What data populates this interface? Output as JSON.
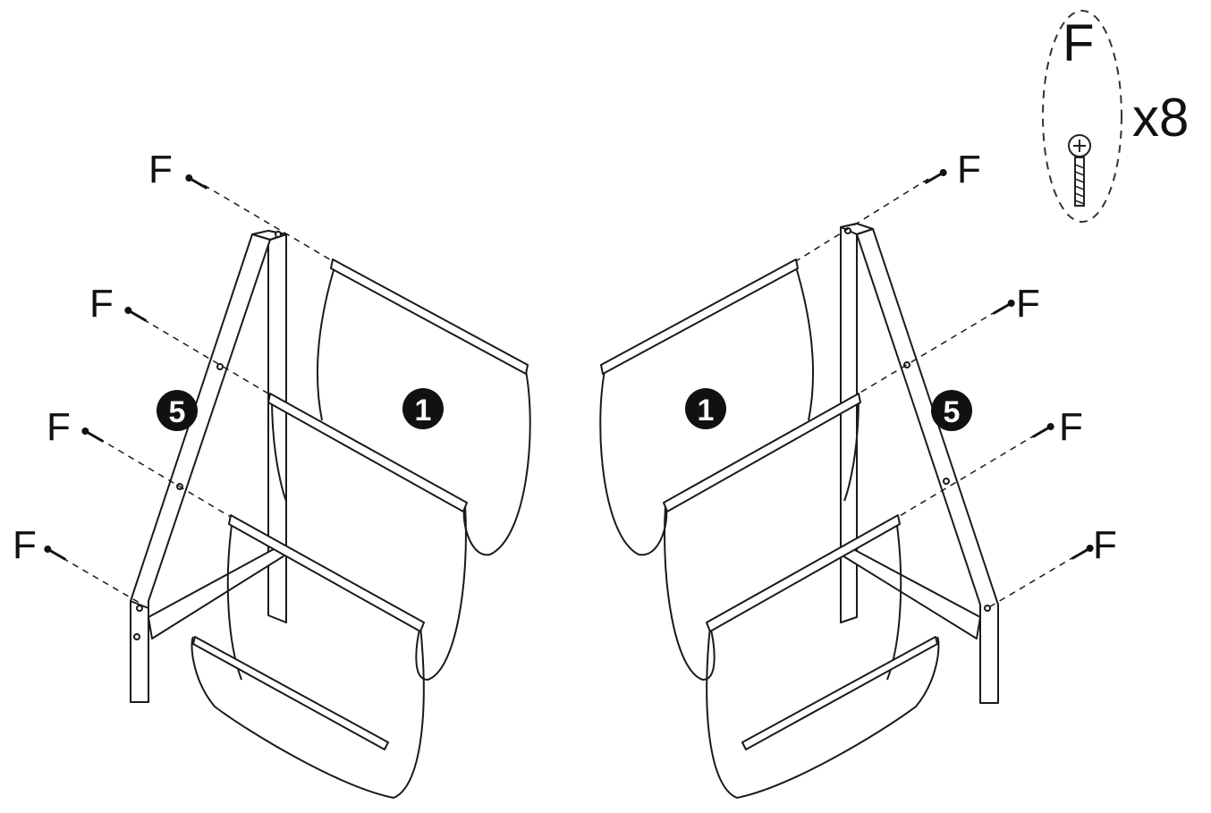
{
  "legend": {
    "part_letter": "F",
    "quantity": "x8",
    "icon": "screw-icon"
  },
  "left_assembly": {
    "screw_labels": [
      "F",
      "F",
      "F",
      "F"
    ],
    "frame_part_number": "5",
    "sling_part_number": "1"
  },
  "right_assembly": {
    "screw_labels": [
      "F",
      "F",
      "F",
      "F"
    ],
    "frame_part_number": "5",
    "sling_part_number": "1"
  },
  "colors": {
    "line": "#1a1a1a",
    "badge_fill": "#111111",
    "badge_text": "#ffffff",
    "background": "#ffffff"
  }
}
